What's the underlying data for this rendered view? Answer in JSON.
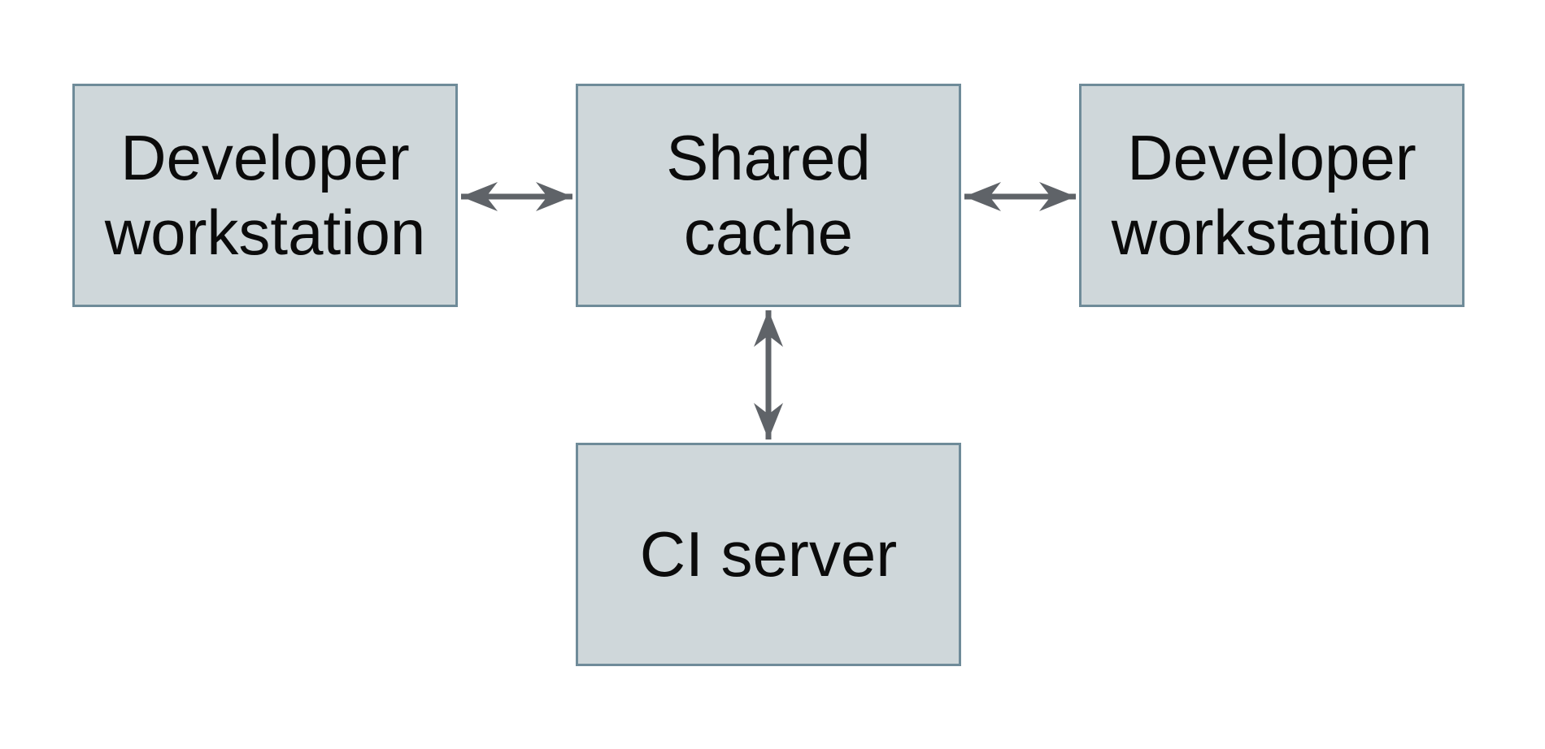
{
  "diagram": {
    "background_color": "#ffffff",
    "node_fill_color": "#cfd7da",
    "node_border_color": "#6f8b99",
    "node_text_color": "#0b0b0b",
    "arrow_color": "#5f6368",
    "nodes": [
      {
        "id": "developer-workstation-left",
        "label": "Developer workstation"
      },
      {
        "id": "shared-cache",
        "label": "Shared cache"
      },
      {
        "id": "developer-workstation-right",
        "label": "Developer workstation"
      },
      {
        "id": "ci-server",
        "label": "CI server"
      }
    ],
    "edges": [
      {
        "from": "developer-workstation-left",
        "to": "shared-cache",
        "type": "bidirectional-arrow"
      },
      {
        "from": "shared-cache",
        "to": "developer-workstation-right",
        "type": "bidirectional-arrow"
      },
      {
        "from": "shared-cache",
        "to": "ci-server",
        "type": "bidirectional-arrow"
      }
    ]
  }
}
